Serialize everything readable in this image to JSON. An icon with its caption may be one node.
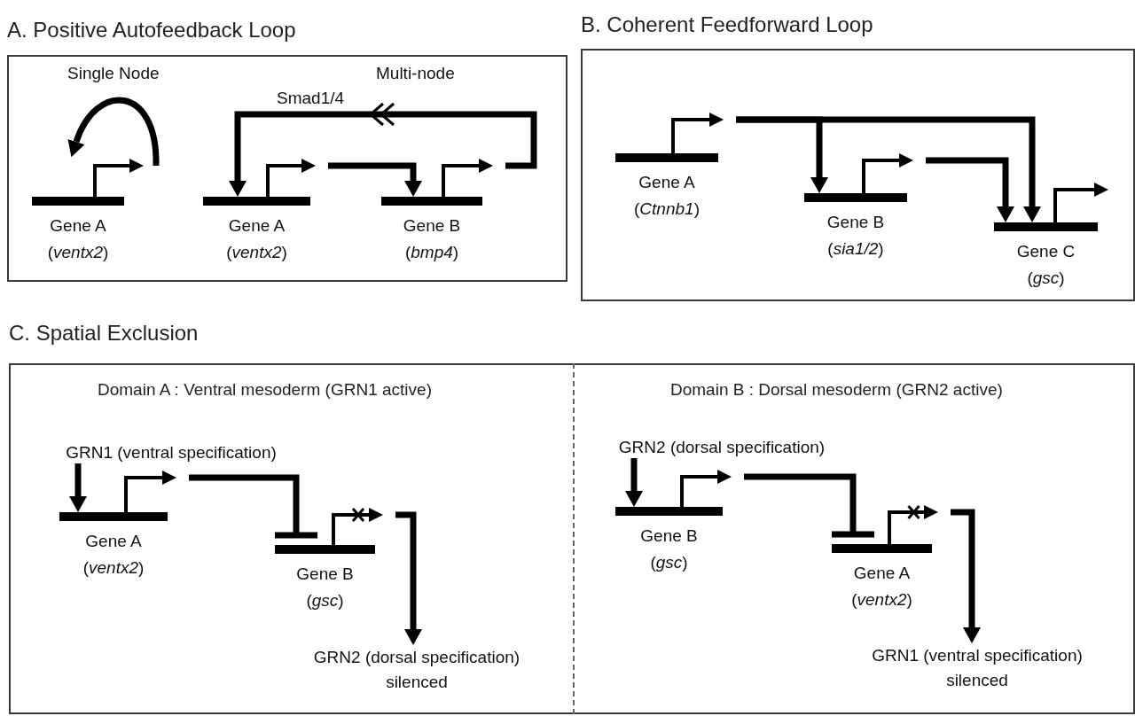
{
  "diagram": {
    "nodes": [
      {
        "text": [
          "A. Positive Autofeedback Loop"
        ]
      },
      {
        "text": [
          "Gene A",
          "(*ventx2*)"
        ],
        "in": 0
      },
      {
        "text": [
          "Gene A",
          "(*ventx2*)"
        ],
        "in": 0
      },
      {
        "text": [
          "Gene B",
          "(*bmp4*)"
        ],
        "in": 0
      },
      {
        "text": [
          "B. Coherent Feedforward Loop"
        ]
      },
      {
        "text": [
          "Gene A",
          "(*Ctnnb1*)"
        ],
        "in": 4
      },
      {
        "text": [
          "Gene B",
          "(*sia1/2*)"
        ],
        "in": 4
      },
      {
        "text": [
          "Gene C",
          "(*gsc*)"
        ],
        "in": 4
      },
      {
        "text": [
          "C. Spatial Exclusion"
        ]
      },
      {
        "text": [
          "Domain A : Ventral mesoderm (GRN1 active)"
        ],
        "in": 8
      },
      {
        "text": [
          "GRN1 (ventral specification)"
        ],
        "in": 9
      },
      {
        "text": [
          "Gene A",
          "(*ventx2*)"
        ],
        "in": 9
      },
      {
        "text": [
          "Gene B",
          "(*gsc*)"
        ],
        "in": 9
      },
      {
        "text": [
          "GRN2 (dorsal specification) silenced"
        ],
        "in": 9
      },
      {
        "text": [
          "Domain B : Dorsal mesoderm (GRN2 active)"
        ],
        "in": 8
      },
      {
        "text": [
          "GRN2 (dorsal specification)"
        ],
        "in": 14
      },
      {
        "text": [
          "Gene B",
          "(*gsc*)"
        ],
        "in": 14
      },
      {
        "text": [
          "Gene A",
          "(*ventx2*)"
        ],
        "in": 14
      },
      {
        "text": [
          "GRN1 (ventral specification) silenced"
        ],
        "in": 14
      }
    ],
    "edges": [
      {
        "from": 1,
        "to": 1,
        "arrow": "to"
      },
      {
        "from": 2,
        "to": 3,
        "arrow": "to"
      },
      {
        "from": 3,
        "to": 2,
        "arrow": "to",
        "label": "Smad1/4"
      },
      {
        "from": 5,
        "to": 6,
        "arrow": "to"
      },
      {
        "from": 5,
        "to": 7,
        "arrow": "to"
      },
      {
        "from": 6,
        "to": 7,
        "arrow": "to"
      },
      {
        "from": 10,
        "to": 11,
        "arrow": "to"
      },
      {
        "from": 11,
        "to": 12,
        "arrow": "other"
      },
      {
        "from": 12,
        "to": 13,
        "arrow": "to"
      },
      {
        "from": 15,
        "to": 16,
        "arrow": "to"
      },
      {
        "from": 16,
        "to": 17,
        "arrow": "other"
      },
      {
        "from": 17,
        "to": 18,
        "arrow": "to"
      }
    ],
    "labels": [
      "Single Node",
      "Multi-node"
    ]
  }
}
